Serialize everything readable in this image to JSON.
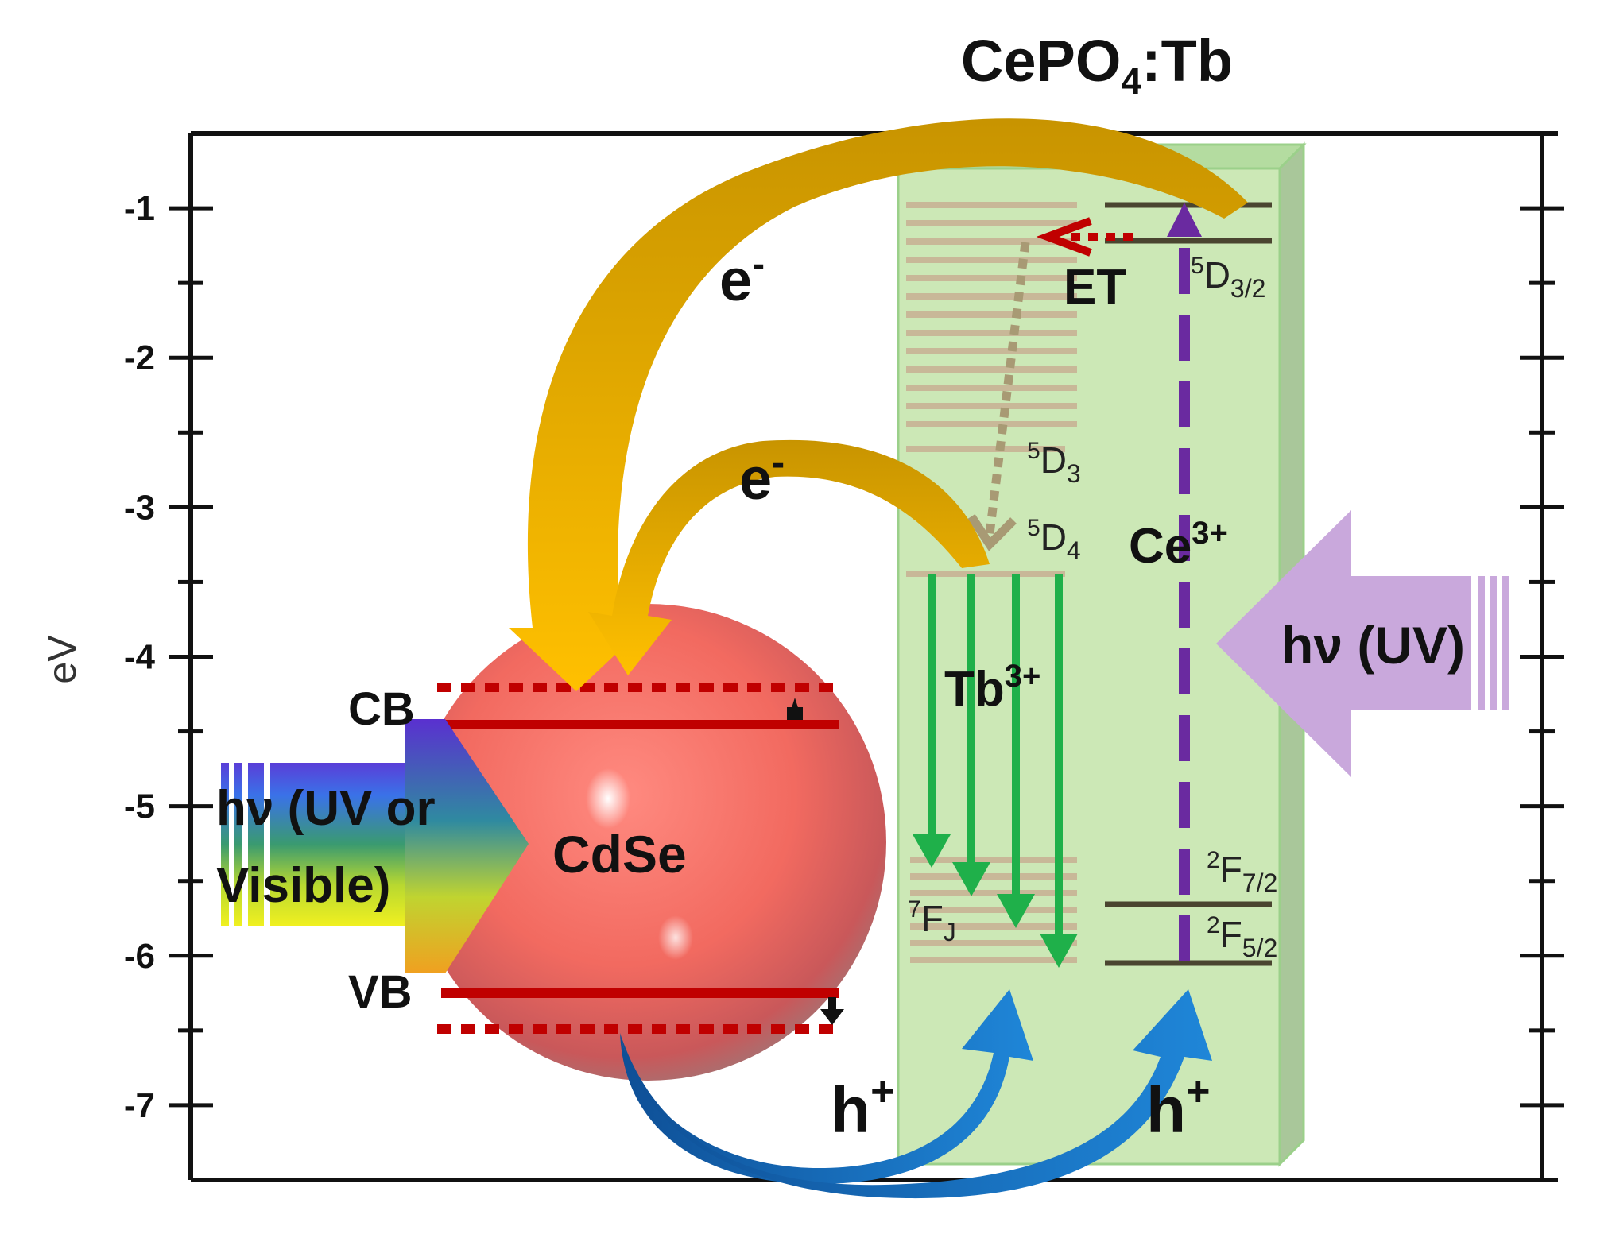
{
  "title": {
    "main": "CePO",
    "sub": "4",
    "suffix": ":Tb"
  },
  "y_axis": {
    "label": "eV",
    "ticks": [
      "-1",
      "-2",
      "-3",
      "-4",
      "-5",
      "-6",
      "-7"
    ]
  },
  "chart_data": {
    "type": "energy-level-diagram",
    "y_unit": "eV",
    "ylim": [
      -7.5,
      -0.5
    ],
    "cdse": {
      "CB": -4.45,
      "VB": -6.25,
      "CB_shifted": -4.2,
      "VB_shifted": -6.45
    },
    "tb_levels": {
      "5D3": -2.6,
      "5D4": -3.45,
      "7FJ": -5.75
    },
    "ce_levels": {
      "5D3/2": -1.2,
      "2F7/2": -5.7,
      "2F5/2": -6.05
    }
  },
  "labels": {
    "electron": "e",
    "electron_sup": "-",
    "et": "ET",
    "level_5d32": {
      "pre": "5",
      "main": "D",
      "sub": "3/2"
    },
    "level_5d3": {
      "pre": "5",
      "main": "D",
      "sub": "3"
    },
    "level_5d4": {
      "pre": "5",
      "main": "D",
      "sub": "4"
    },
    "level_7fj": {
      "pre": "7",
      "main": "F",
      "sub": "J"
    },
    "level_2f72": {
      "pre": "2",
      "main": "F",
      "sub": "7/2"
    },
    "level_2f52": {
      "pre": "2",
      "main": "F",
      "sub": "5/2"
    },
    "ce_ion": {
      "main": "Ce",
      "sup": "3+"
    },
    "tb_ion": {
      "main": "Tb",
      "sup": "3+"
    },
    "uv_excitation": "hν (UV)",
    "cb": "CB",
    "vb": "VB",
    "cdse": "CdSe",
    "vis_line1": "hν (UV or",
    "vis_line2": "Visible)",
    "hole": "h",
    "hole_sup": "+"
  },
  "colors": {
    "crystal": "#c9e8b0",
    "gold_arrow": "#d4a20f",
    "emission": "#1fb04a",
    "ce_dashed": "#6a2aa0",
    "hole_arrow": "#1a6fc4",
    "band_line": "#c00000",
    "et_arrow": "#c00000",
    "uv_arrow": "#c9a8dc"
  }
}
